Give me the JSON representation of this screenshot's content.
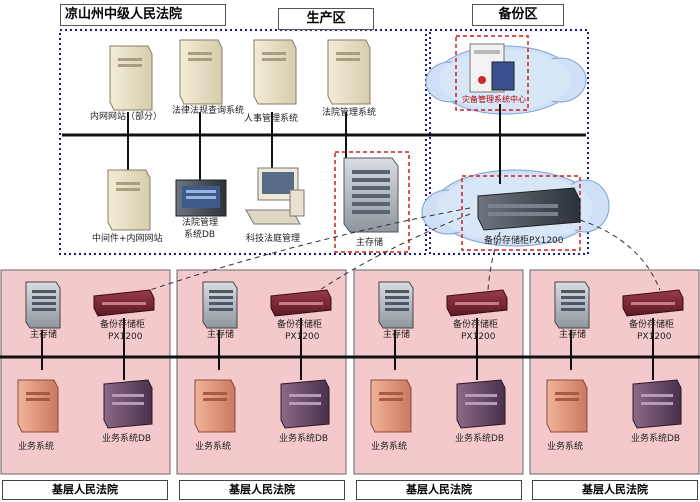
{
  "title": "凉山州中级人民法院",
  "zones": {
    "production": "生产区",
    "backup": "备份区"
  },
  "production_nodes": {
    "intranet": "内网网站（部分）",
    "law_query": "法律法规查询系统",
    "hr": "人事管理系统",
    "court_mgmt": "法院管理系统",
    "middleware": "中间件+内网网站",
    "court_db_line1": "法院管理",
    "court_db_line2": "系统DB",
    "tech_court": "科技法庭管理",
    "main_storage": "主存储"
  },
  "backup_nodes": {
    "disaster_center": "灾备管理系统中心",
    "backup_cabinet": "备份存储柜PX1200"
  },
  "branch": {
    "court_name": "基层人民法院",
    "main_storage": "主存储",
    "cabinet_line1": "备份存储柜",
    "cabinet_line2": "PX1200",
    "business_system": "业务系统",
    "business_db": "业务系统DB"
  },
  "colors": {
    "branch_bg": "#f4c9cc",
    "zone_border": "#1a1a8c",
    "highlight_border": "#d21f1f",
    "cloud": "#cfe0f6"
  }
}
